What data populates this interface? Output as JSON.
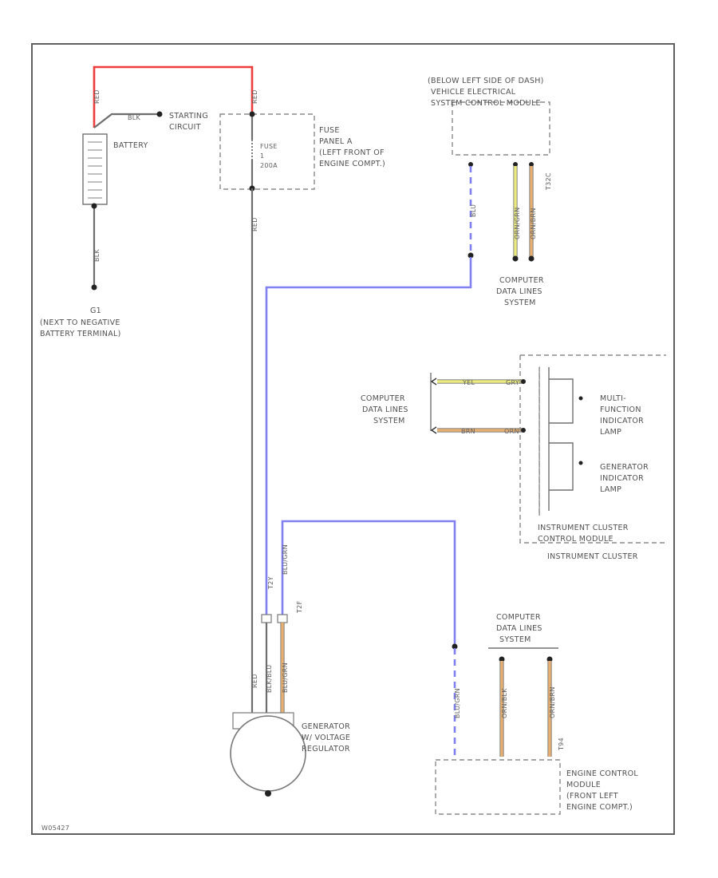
{
  "colors": {
    "red": "#ee3b3b",
    "blue": "#8080f0",
    "gray": "#6e6e6e",
    "yellow": "#eaea80",
    "orange": "#e8b070"
  },
  "battery": {
    "label": "BATTERY",
    "cable_red": "RED",
    "cable_blk": "BLK",
    "lead_red": "RED"
  },
  "starting_circuit": {
    "line1": "STARTING",
    "line2": "CIRCUIT"
  },
  "fuse_panel": {
    "lines": [
      "FUSE",
      "PANEL A",
      "(LEFT FRONT OF",
      "ENGINE COMPT.)"
    ],
    "fuse_name": "FUSE",
    "fuse_num": "1",
    "fuse_rating": "200A",
    "out_wire": "RED"
  },
  "ground": {
    "name": "G1",
    "line1": "(NEXT TO NEGATIVE",
    "line2": "BATTERY TERMINAL)"
  },
  "vesm": {
    "lines": [
      "(BELOW LEFT SIDE OF DASH)",
      "VEHICLE ELECTRICAL",
      "SYSTEM CONTROL MODULE"
    ],
    "conn": "T32C",
    "wire_blu": "BLU",
    "wire_a": "ORN/GRN",
    "wire_b": "ORN/BRN"
  },
  "data_lines_top": {
    "lines": [
      "COMPUTER",
      "DATA LINES",
      "SYSTEM"
    ]
  },
  "data_lines_mid": {
    "lines": [
      "COMPUTER",
      "DATA LINES",
      "SYSTEM"
    ]
  },
  "data_lines_bot": {
    "lines": [
      "COMPUTER",
      "DATA LINES",
      "SYSTEM"
    ]
  },
  "cluster": {
    "wire_yel": "YEL",
    "wire_yel_code": "GRY",
    "wire_brn": "BRN",
    "wire_brn_code": "ORN",
    "lamp1": [
      "MULTI-",
      "FUNCTION",
      "INDICATOR",
      "LAMP"
    ],
    "lamp2": [
      "GENERATOR",
      "INDICATOR",
      "LAMP"
    ],
    "module": [
      "INSTRUMENT CLUSTER",
      "CONTROL MODULE"
    ],
    "name": "INSTRUMENT CLUSTER"
  },
  "generator": {
    "lines": [
      "GENERATOR",
      "W/ VOLTAGE",
      "REGULATOR"
    ],
    "conn_a": "T2Y",
    "conn_b": "T2F",
    "wire_red": "RED",
    "wire_blk": "BLK/BLU",
    "wire_blu": "BLU/GRN"
  },
  "ecm": {
    "lines": [
      "ENGINE CONTROL",
      "MODULE",
      "(FRONT LEFT",
      "ENGINE COMPT.)"
    ],
    "conn": "T94",
    "wire_blu": "BLU/GRN",
    "wire_a": "ORN/BLK",
    "wire_b": "ORN/BRN"
  },
  "footer_code": "W05427"
}
